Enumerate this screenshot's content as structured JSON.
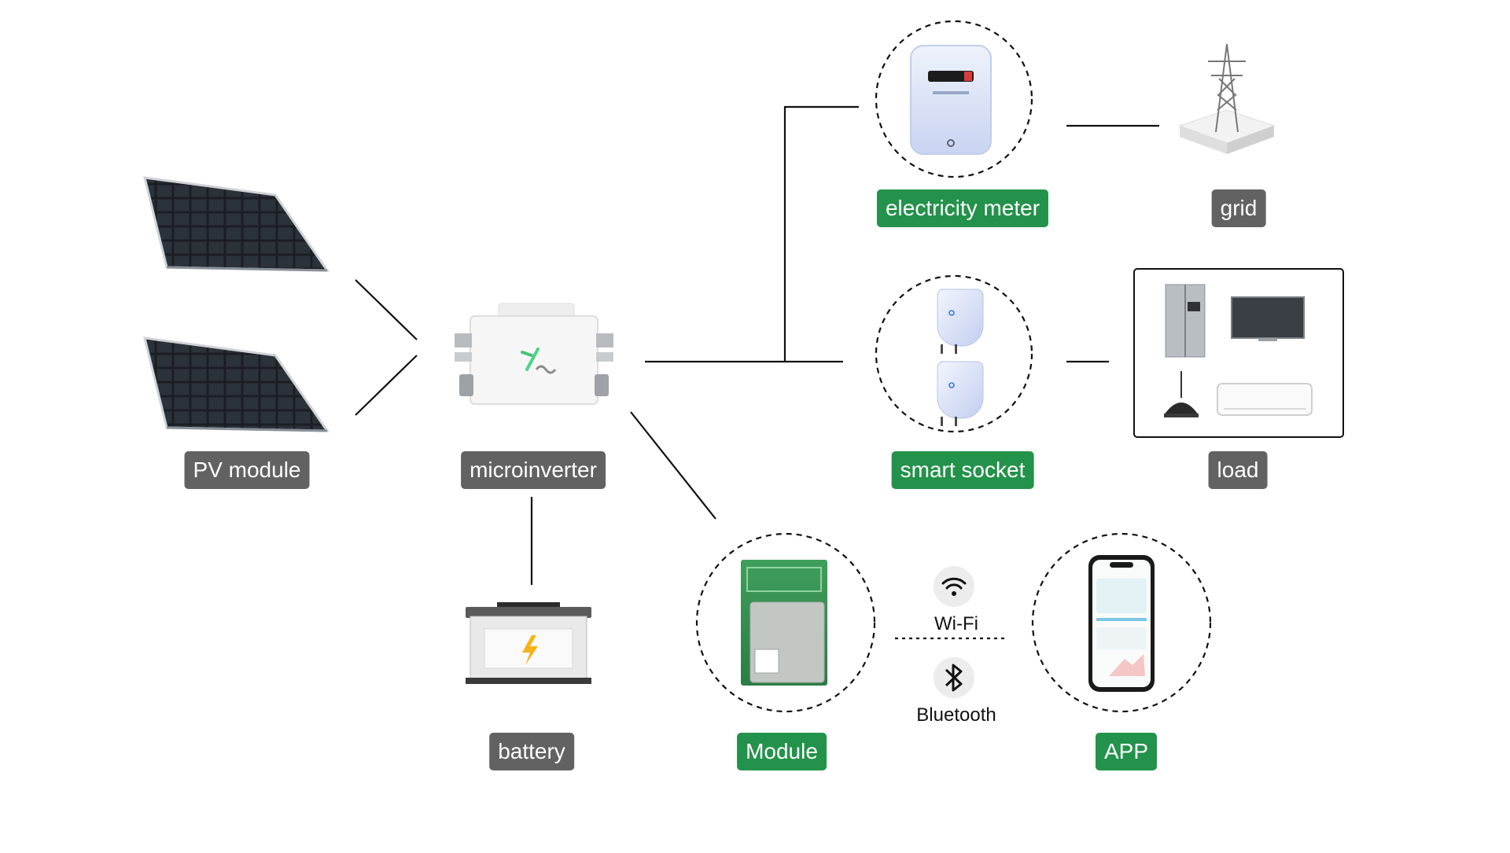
{
  "labels": {
    "pv_module": "PV module",
    "microinverter": "microinverter",
    "battery": "battery",
    "electricity_meter": "electricity meter",
    "grid": "grid",
    "smart_socket": "smart socket",
    "load": "load",
    "module": "Module",
    "app": "APP",
    "wifi": "Wi-Fi",
    "bluetooth": "Bluetooth"
  },
  "colors": {
    "label_gray": "#626262",
    "label_green": "#23924a",
    "line": "#111111"
  },
  "icons": [
    "solar-panel-icon",
    "microinverter-icon",
    "battery-icon",
    "electricity-meter-icon",
    "transmission-tower-icon",
    "smart-plug-icon",
    "refrigerator-icon",
    "television-icon",
    "pendant-lamp-icon",
    "air-conditioner-icon",
    "wireless-module-icon",
    "smartphone-app-icon",
    "wifi-icon",
    "bluetooth-icon"
  ]
}
